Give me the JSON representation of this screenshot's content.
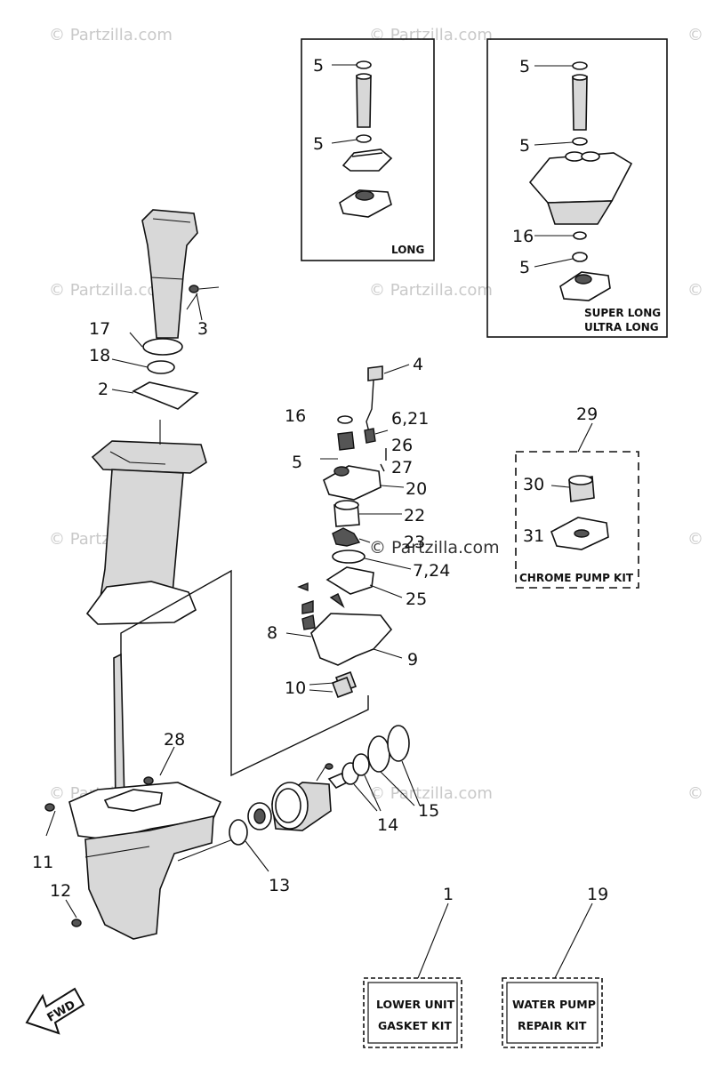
{
  "watermark": "© Partzilla.com",
  "watermark_small": "©",
  "box_long": {
    "label": "LONG"
  },
  "box_super": {
    "line1": "SUPER LONG",
    "line2": "ULTRA LONG"
  },
  "box_chrome": {
    "label": "CHROME PUMP KIT"
  },
  "kit_lower": {
    "line1": "LOWER UNIT",
    "line2": "GASKET KIT"
  },
  "kit_pump": {
    "line1": "WATER PUMP",
    "line2": "REPAIR KIT"
  },
  "fwd": "FWD",
  "callouts": {
    "c1": "1",
    "c2": "2",
    "c3": "3",
    "c4": "4",
    "c5": "5",
    "c6_21": "6,21",
    "c7_24": "7,24",
    "c8": "8",
    "c9": "9",
    "c10": "10",
    "c11": "11",
    "c12": "12",
    "c13": "13",
    "c14": "14",
    "c15": "15",
    "c16": "16",
    "c17": "17",
    "c18": "18",
    "c19": "19",
    "c20": "20",
    "c22": "22",
    "c23": "23",
    "c25": "25",
    "c26": "26",
    "c27": "27",
    "c28": "28",
    "c29": "29",
    "c30": "30",
    "c31": "31"
  }
}
